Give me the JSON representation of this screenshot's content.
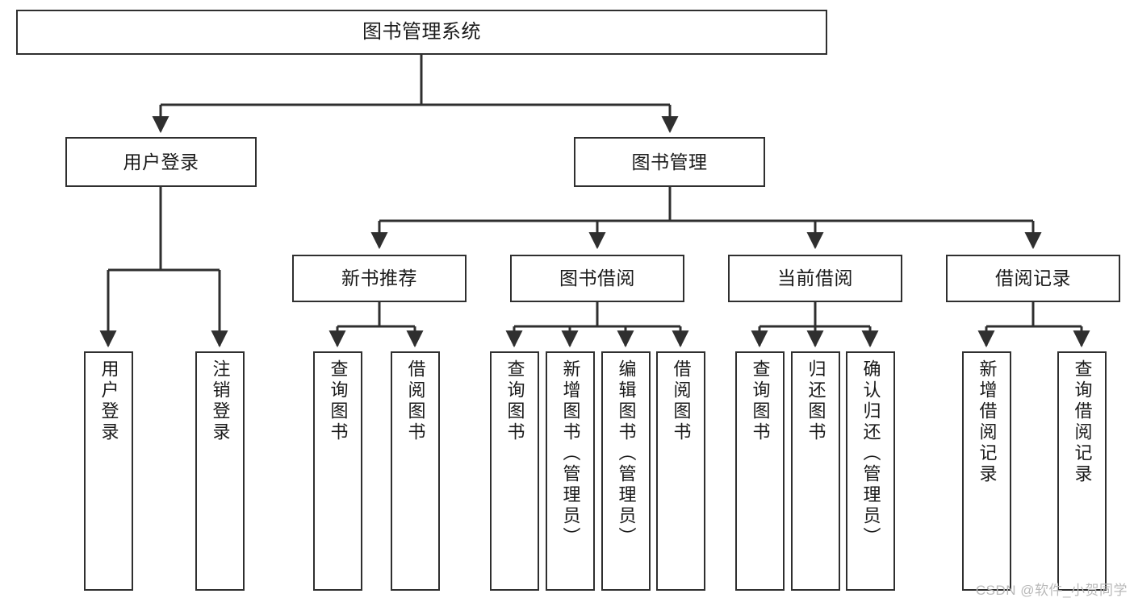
{
  "diagram": {
    "title": "图书管理系统",
    "type": "tree",
    "watermark": "CSDN @软件_小贺同学",
    "colors": {
      "box_border": "#2f2f2f",
      "box_fill": "#ffffff",
      "edge": "#2f2f2f",
      "text": "#1a1a1a",
      "watermark": "#b9b9b9"
    },
    "levels": [
      {
        "level": 1,
        "nodes": [
          {
            "id": "root",
            "label": "图书管理系统"
          }
        ]
      },
      {
        "level": 2,
        "nodes": [
          {
            "id": "user-login",
            "label": "用户登录",
            "parent": "root"
          },
          {
            "id": "book-manage",
            "label": "图书管理",
            "parent": "root"
          }
        ]
      },
      {
        "level": 3,
        "nodes": [
          {
            "id": "new-book-rec",
            "label": "新书推荐",
            "parent": "book-manage"
          },
          {
            "id": "book-borrow",
            "label": "图书借阅",
            "parent": "book-manage"
          },
          {
            "id": "current-borrow",
            "label": "当前借阅",
            "parent": "book-manage"
          },
          {
            "id": "borrow-record",
            "label": "借阅记录",
            "parent": "book-manage"
          }
        ]
      },
      {
        "level": 4,
        "nodes": [
          {
            "id": "leaf-user-login",
            "label": "用户登录",
            "parent": "user-login"
          },
          {
            "id": "leaf-logout",
            "label": "注销登录",
            "parent": "user-login"
          },
          {
            "id": "leaf-query-book-1",
            "label": "查询图书",
            "parent": "new-book-rec"
          },
          {
            "id": "leaf-borrow-book-1",
            "label": "借阅图书",
            "parent": "new-book-rec"
          },
          {
            "id": "leaf-query-book-2",
            "label": "查询图书",
            "parent": "book-borrow"
          },
          {
            "id": "leaf-add-book",
            "label": "新增图书（管理员）",
            "parent": "book-borrow"
          },
          {
            "id": "leaf-edit-book",
            "label": "编辑图书（管理员）",
            "parent": "book-borrow"
          },
          {
            "id": "leaf-borrow-book-2",
            "label": "借阅图书",
            "parent": "book-borrow"
          },
          {
            "id": "leaf-query-book-3",
            "label": "查询图书",
            "parent": "current-borrow"
          },
          {
            "id": "leaf-return-book",
            "label": "归还图书",
            "parent": "current-borrow"
          },
          {
            "id": "leaf-confirm-return",
            "label": "确认归还（管理员）",
            "parent": "current-borrow"
          },
          {
            "id": "leaf-add-record",
            "label": "新增借阅记录",
            "parent": "borrow-record"
          },
          {
            "id": "leaf-query-record",
            "label": "查询借阅记录",
            "parent": "borrow-record"
          }
        ]
      }
    ]
  }
}
